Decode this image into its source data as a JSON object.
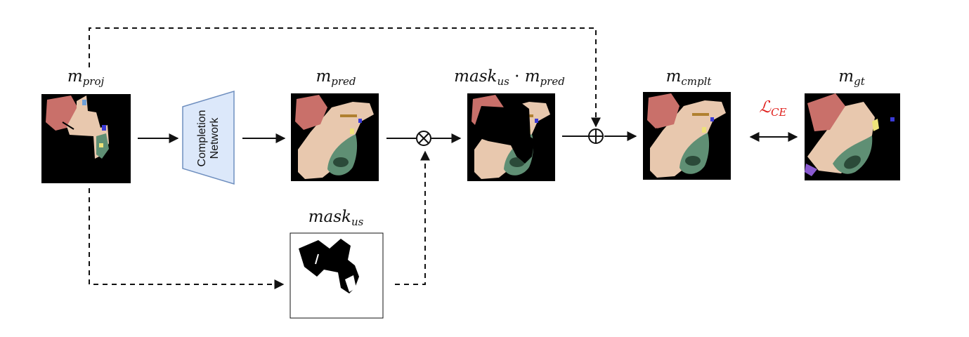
{
  "labels": {
    "m_proj": {
      "base": "m",
      "sub": "proj"
    },
    "m_pred": {
      "base": "m",
      "sub": "pred"
    },
    "mask_pred": {
      "base1": "mask",
      "sub1": "us",
      "dot": "·",
      "base2": "m",
      "sub2": "pred"
    },
    "m_cmplt": {
      "base": "m",
      "sub": "cmplt"
    },
    "m_gt": {
      "base": "m",
      "sub": "gt"
    },
    "mask_us": {
      "base": "mask",
      "sub": "us"
    },
    "loss": {
      "base": "ℒ",
      "sub": "CE"
    }
  },
  "network": {
    "line1": "Completion",
    "line2": "Network"
  },
  "operators": {
    "multiply": "⊗",
    "add": "⊕"
  },
  "colors": {
    "background": "#000000",
    "salmon": "#c9706a",
    "beige": "#e8c8ae",
    "teal": "#5f8f74",
    "dark_teal": "#2b4a39",
    "yellow": "#eee27a",
    "blue": "#3a3ad6",
    "network_fill": "#dce8fa",
    "network_stroke": "#6f8fbf",
    "loss_red": "#e0201c"
  }
}
